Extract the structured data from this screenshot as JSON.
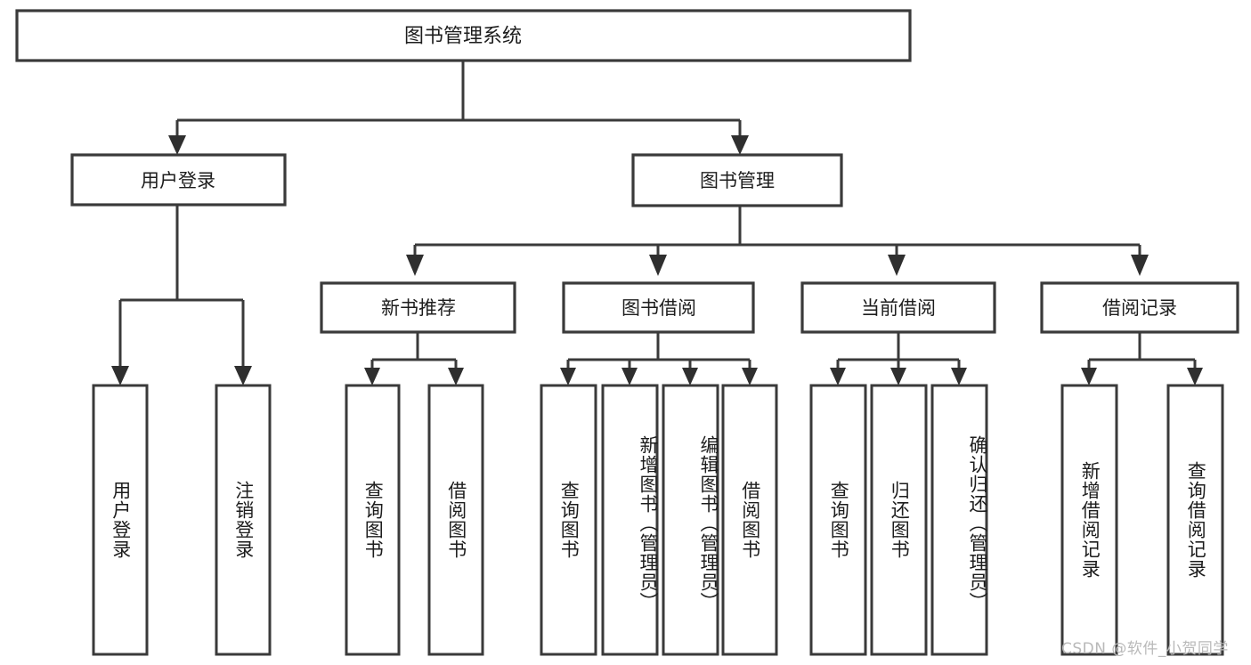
{
  "diagram": {
    "title": "图书管理系统",
    "type": "tree",
    "watermark": "CSDN @软件_小贺同学",
    "colors": {
      "box_stroke": "#3a3a3a",
      "connector": "#3a3a3a",
      "arrow": "#2f2f2f",
      "text": "#1d1d1d",
      "background": "#ffffff",
      "watermark": "#b9b9b9"
    },
    "root": {
      "label": "图书管理系统"
    },
    "level1": [
      {
        "label": "用户登录"
      },
      {
        "label": "图书管理"
      }
    ],
    "level2": [
      {
        "label": "新书推荐"
      },
      {
        "label": "图书借阅"
      },
      {
        "label": "当前借阅"
      },
      {
        "label": "借阅记录"
      }
    ],
    "leaves": {
      "user_login": [
        {
          "label": "用户登录"
        },
        {
          "label": "注销登录"
        }
      ],
      "new_book_recommend": [
        {
          "label": "查询图书"
        },
        {
          "label": "借阅图书"
        }
      ],
      "book_borrow": [
        {
          "label": "查询图书"
        },
        {
          "label": "新增图书（管理员）"
        },
        {
          "label": "编辑图书（管理员）"
        },
        {
          "label": "借阅图书"
        }
      ],
      "current_borrow": [
        {
          "label": "查询图书"
        },
        {
          "label": "归还图书"
        },
        {
          "label": "确认归还（管理员）"
        }
      ],
      "borrow_record": [
        {
          "label": "新增借阅记录"
        },
        {
          "label": "查询借阅记录"
        }
      ]
    }
  }
}
